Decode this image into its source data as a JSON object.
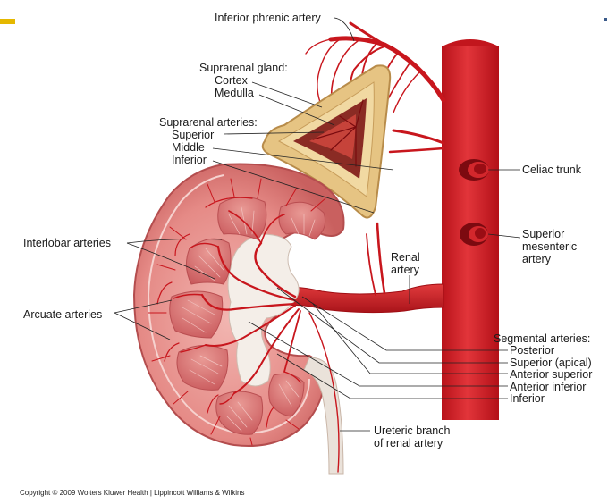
{
  "labels": {
    "inferior_phrenic": "Inferior phrenic artery",
    "suprarenal_gland": "Suprarenal gland:",
    "cortex": "Cortex",
    "medulla": "Medulla",
    "suprarenal_arteries": "Suprarenal arteries:",
    "superior": "Superior",
    "middle": "Middle",
    "inferior": "Inferior",
    "celiac_trunk": "Celiac trunk",
    "sma_line1": "Superior",
    "sma_line2": "mesenteric",
    "sma_line3": "artery",
    "interlobar": "Interlobar arteries",
    "renal_line1": "Renal",
    "renal_line2": "artery",
    "arcuate": "Arcuate arteries",
    "segmental": "Segmental arteries:",
    "seg_posterior": "Posterior",
    "seg_superior": "Superior (apical)",
    "seg_ant_superior": "Anterior superior",
    "seg_ant_inferior": "Anterior inferior",
    "seg_inferior": "Inferior",
    "ureteric_line1": "Ureteric branch",
    "ureteric_line2": "of renal artery"
  },
  "copyright": "Copyright © 2009 Wolters Kluwer Health | Lippincott Williams & Wilkins",
  "colors": {
    "artery": "#c8161d",
    "aorta": "#d5262a",
    "kidney_cortex": "#e58a86",
    "kidney_capsule": "#c9605f",
    "pyramid": "#d46b69",
    "adrenal_cortex": "#e6c483",
    "adrenal_medulla": "#8a2b24",
    "accent": "#e5b800"
  },
  "icons": [
    "corner-accent-bar",
    "corner-dot"
  ]
}
